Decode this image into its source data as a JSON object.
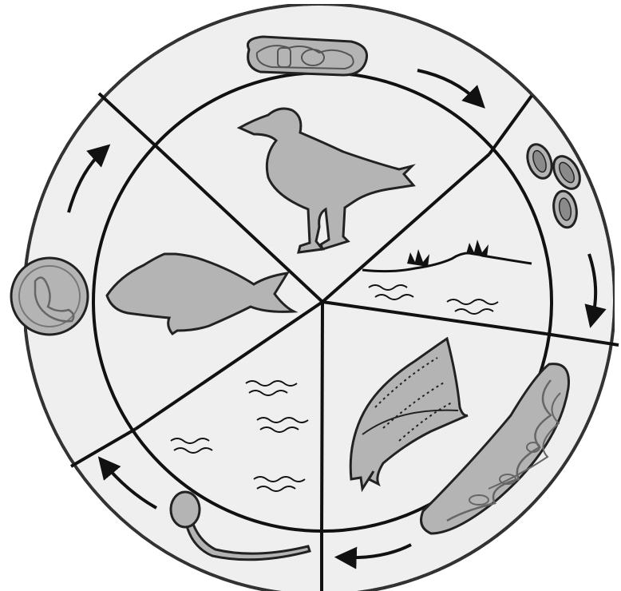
{
  "diagram": {
    "kind": "parasite-life-cycle",
    "stages": [
      {
        "id": "adult-worm",
        "icon": "adult-fluke-icon"
      },
      {
        "id": "eggs",
        "icon": "eggs-icon"
      },
      {
        "id": "sporocyst",
        "icon": "sporocyst-icon"
      },
      {
        "id": "cercaria",
        "icon": "cercaria-icon"
      },
      {
        "id": "metacercaria",
        "icon": "cyst-icon"
      }
    ],
    "hosts": [
      {
        "id": "bird",
        "icon": "shorebird-icon"
      },
      {
        "id": "shore",
        "icon": "shoreline-icon"
      },
      {
        "id": "snail",
        "icon": "snail-icon"
      },
      {
        "id": "water",
        "icon": "water-waves-icon"
      },
      {
        "id": "fish",
        "icon": "fish-icon"
      }
    ]
  },
  "colors": {
    "background": "#f2f2f2",
    "stroke": "#111111",
    "fill": "#b4b4b4",
    "fill_dark": "#8a8a8a"
  }
}
